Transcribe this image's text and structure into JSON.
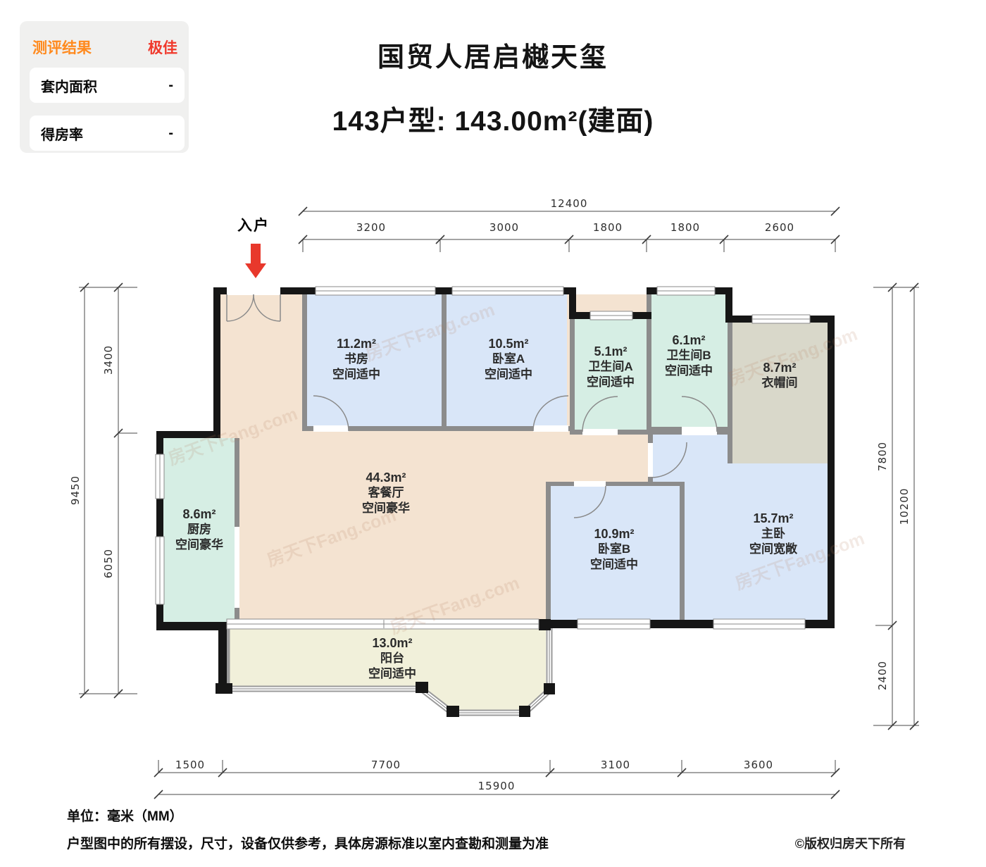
{
  "panel": {
    "title": "测评结果",
    "rating": "极佳",
    "rows": [
      {
        "label": "套内面积",
        "value": "-"
      },
      {
        "label": "得房率",
        "value": "-"
      }
    ]
  },
  "header": {
    "project_name": "国贸人居启樾天玺",
    "floorplan_title": "143户型: 143.00m²(建面)"
  },
  "entry": {
    "label": "入户"
  },
  "rooms": {
    "study": {
      "area": "11.2m²",
      "name": "书房",
      "note": "空间适中"
    },
    "bedroom_a": {
      "area": "10.5m²",
      "name": "卧室A",
      "note": "空间适中"
    },
    "bath_a": {
      "area": "5.1m²",
      "name": "卫生间A",
      "note": "空间适中"
    },
    "bath_b": {
      "area": "6.1m²",
      "name": "卫生间B",
      "note": "空间适中"
    },
    "cloakroom": {
      "area": "8.7m²",
      "name": "衣帽间",
      "note": ""
    },
    "living": {
      "area": "44.3m²",
      "name": "客餐厅",
      "note": "空间豪华"
    },
    "kitchen": {
      "area": "8.6m²",
      "name": "厨房",
      "note": "空间豪华"
    },
    "bedroom_b": {
      "area": "10.9m²",
      "name": "卧室B",
      "note": "空间适中"
    },
    "master": {
      "area": "15.7m²",
      "name": "主卧",
      "note": "空间宽敞"
    },
    "balcony": {
      "area": "13.0m²",
      "name": "阳台",
      "note": "空间适中"
    }
  },
  "dimensions": {
    "top": {
      "total": "12400",
      "segments": [
        "3200",
        "3000",
        "1800",
        "1800",
        "2600"
      ]
    },
    "bottom": {
      "total": "15900",
      "segments": [
        "1500",
        "7700",
        "3100",
        "3600"
      ]
    },
    "left": {
      "total": "9450",
      "segments": [
        "3400",
        "6050"
      ]
    },
    "right": {
      "total": "10200",
      "segments": [
        "7800",
        "2400"
      ]
    }
  },
  "footer": {
    "unit_note": "单位：毫米（MM）",
    "disclaimer": "户型图中的所有摆设，尺寸，设备仅供参考，具体房源标准以室内查勘和测量为准",
    "copyright": "©版权归房天下所有"
  },
  "watermark": "房天下Fang.com",
  "colors": {
    "accent_orange": "#ff8a1e",
    "accent_red": "#f0382b",
    "room_blue": "#d9e6f8",
    "room_mint": "#d6eee4",
    "room_peach": "#f4e3d1",
    "room_beige": "#d9d8ca",
    "room_balcony": "#f1f0da",
    "wall_black": "#161616",
    "wall_gray": "#8c8c8c",
    "entry_arrow_red": "#e8382c"
  }
}
